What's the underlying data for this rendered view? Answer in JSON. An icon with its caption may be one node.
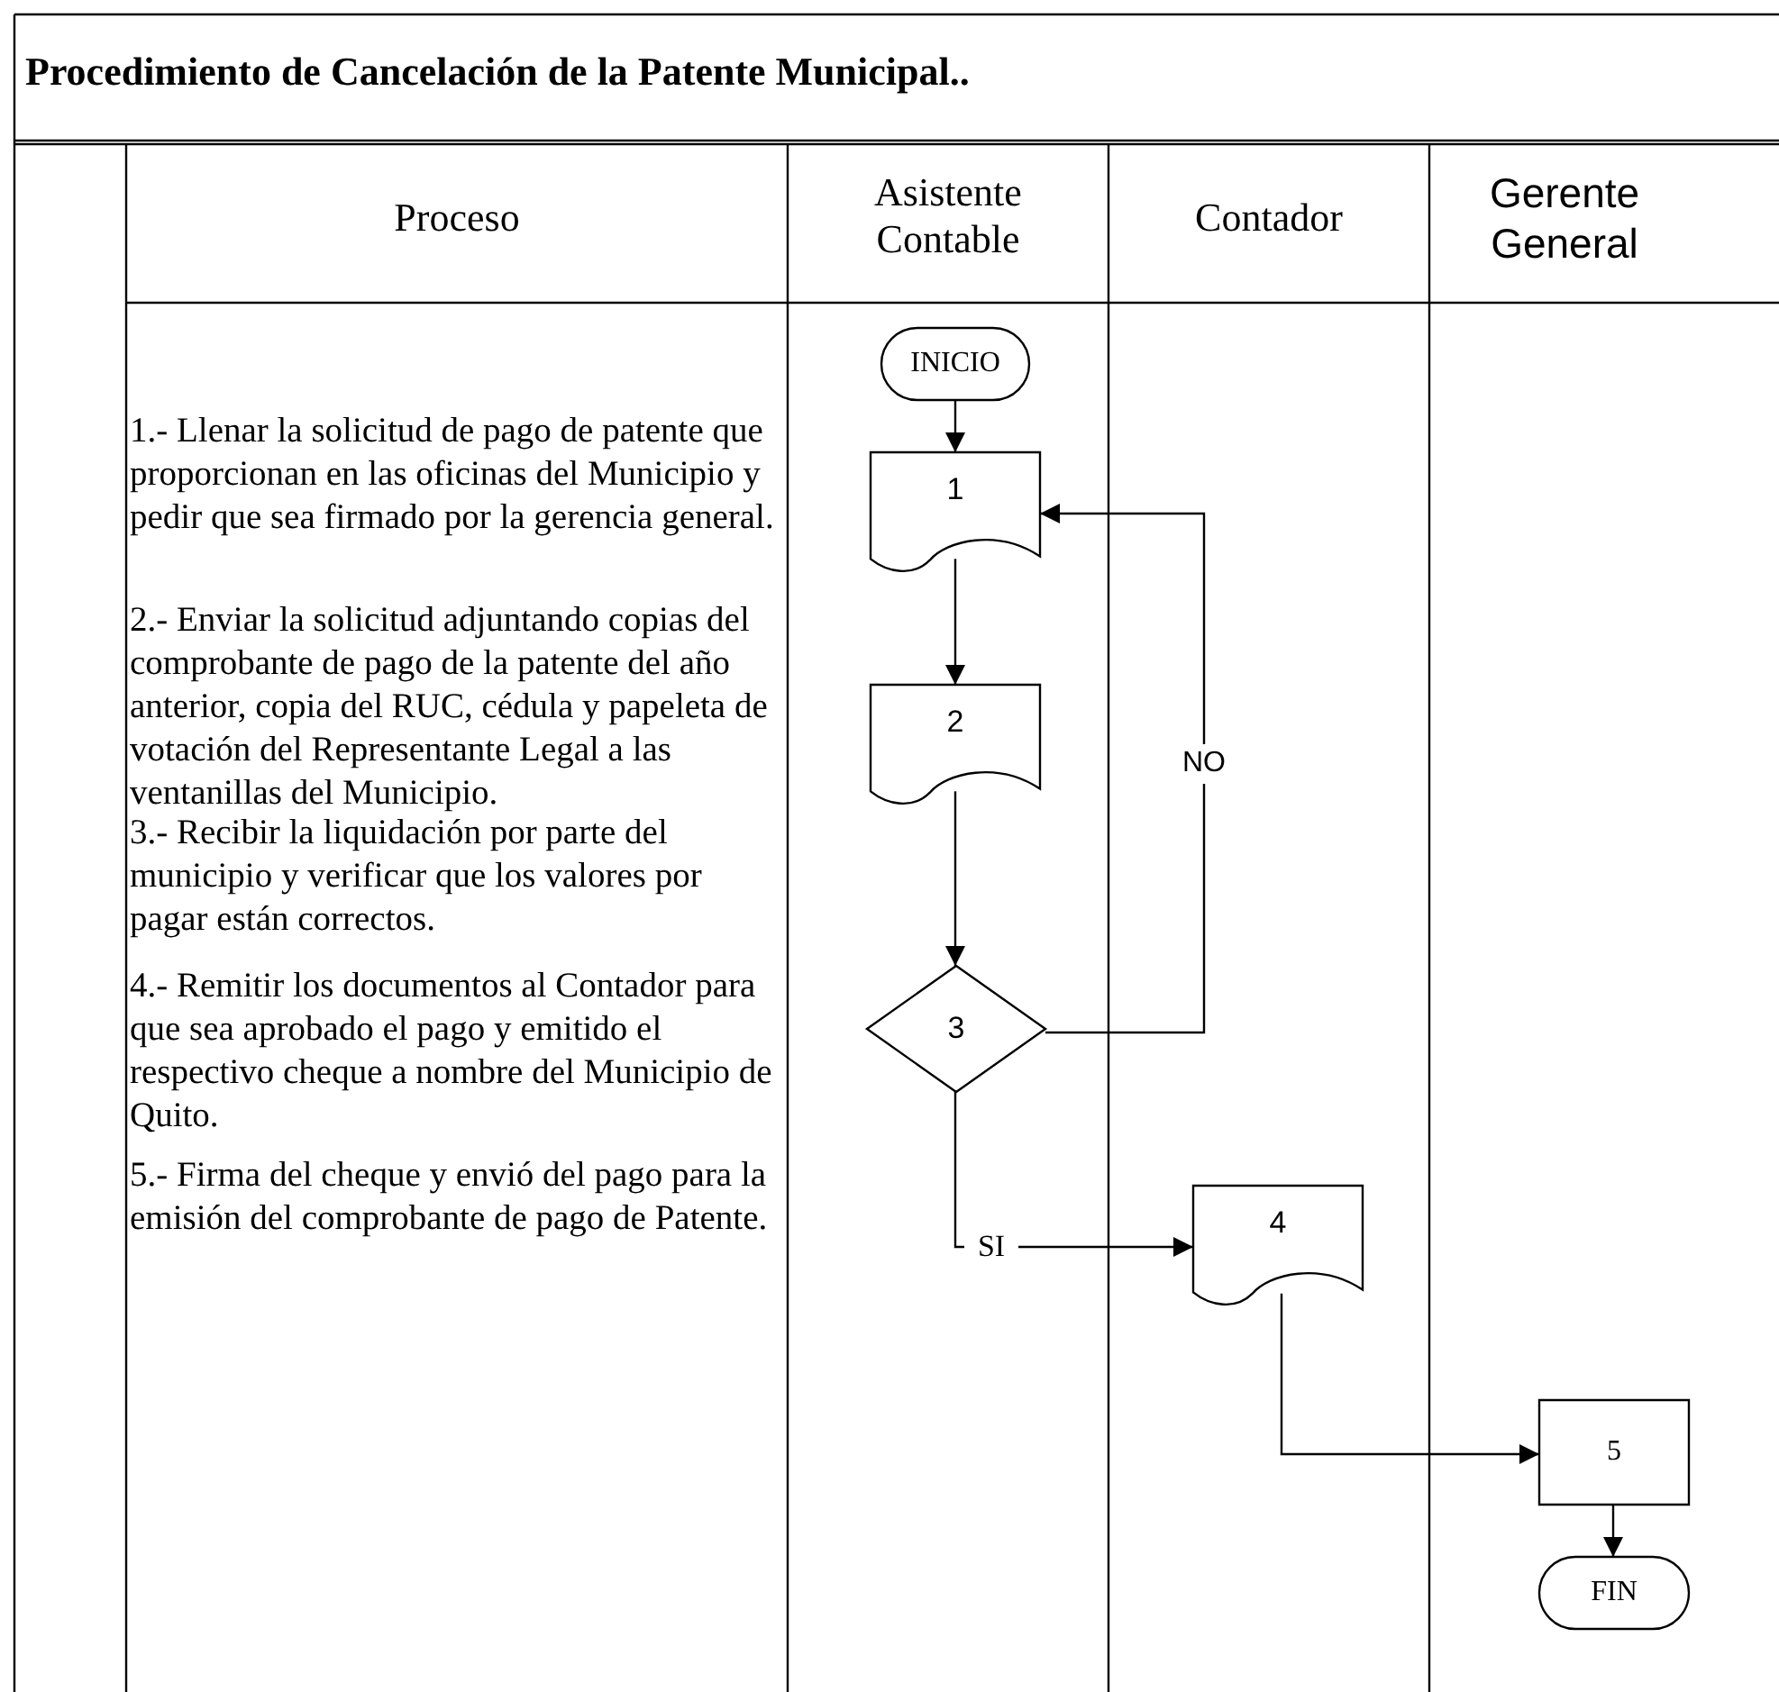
{
  "diagram": {
    "title": "Procedimiento de Cancelación de la Patente Municipal..",
    "nodes": [
      {
        "text": [
          "INICIO"
        ]
      },
      {
        "text": [
          "1"
        ]
      },
      {
        "text": [
          "2"
        ]
      },
      {
        "text": [
          "3"
        ]
      },
      {
        "text": [
          "4"
        ]
      },
      {
        "text": [
          "5"
        ]
      },
      {
        "text": [
          "FIN"
        ]
      }
    ],
    "edges": [
      {
        "from": 0,
        "to": 1,
        "arrow": "to"
      },
      {
        "from": 1,
        "to": 2,
        "arrow": "to"
      },
      {
        "from": 2,
        "to": 3,
        "arrow": "to"
      },
      {
        "from": 3,
        "to": 1,
        "arrow": "to",
        "label": "NO"
      },
      {
        "from": 3,
        "to": 4,
        "arrow": "to",
        "label": "SI"
      },
      {
        "from": 4,
        "to": 5,
        "arrow": "to"
      },
      {
        "from": 5,
        "to": 6,
        "arrow": "to"
      }
    ],
    "labels": [
      "Proceso",
      "Asistente Contable",
      "Contador",
      "Gerente General",
      "1.- Llenar la solicitud de pago de patente que proporcionan en las oficinas del Municipio y pedir que sea firmado por la gerencia general.",
      "2.- Enviar la solicitud adjuntando copias del comprobante de pago de la patente del año anterior, copia del RUC, cédula y papeleta de votación del Representante Legal a las ventanillas del Municipio.",
      "3.- Recibir la liquidación por parte del municipio y verificar que los valores por pagar están correctos.",
      "4.- Remitir los documentos al Contador para que sea aprobado el pago y emitido el respectivo cheque a nombre del Municipio de Quito.",
      "5.- Firma del cheque y envió del pago para la emisión del comprobante de pago de Patente."
    ]
  }
}
